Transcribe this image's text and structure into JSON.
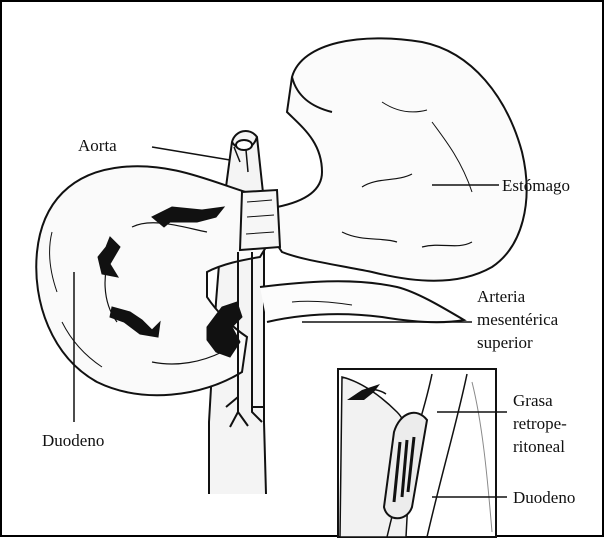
{
  "figure": {
    "labels": {
      "aorta": "Aorta",
      "estomago": "Estómago",
      "arteria_line1": "Arteria",
      "arteria_line2": "mesentérica",
      "arteria_line3": "superior",
      "duodeno_main": "Duodeno",
      "grasa_line1": "Grasa",
      "grasa_line2": "retrope-",
      "grasa_line3": "ritoneal",
      "duodeno_inset": "Duodeno"
    },
    "colors": {
      "ink": "#111111",
      "paper": "#ffffff",
      "shade": "#8a8a8a"
    }
  }
}
